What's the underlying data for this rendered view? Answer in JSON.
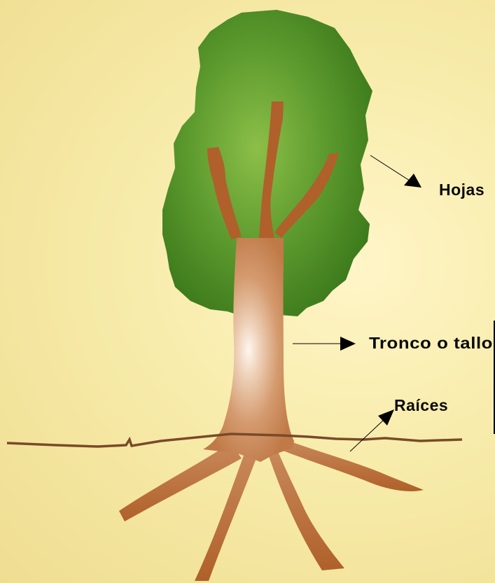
{
  "labels": {
    "leaves": "Hojas",
    "trunk": "Tronco o tallo",
    "roots": "Raíces"
  },
  "colors": {
    "background": "#f6eba6",
    "canopy_light": "#8cbf48",
    "canopy_dark": "#3d7a1c",
    "trunk_light": "#fff6ef",
    "trunk_mid": "#d9a47a",
    "trunk_dark": "#c07a48",
    "branch": "#b0602a",
    "ground_line": "#7a4a28",
    "arrow": "#000000"
  }
}
